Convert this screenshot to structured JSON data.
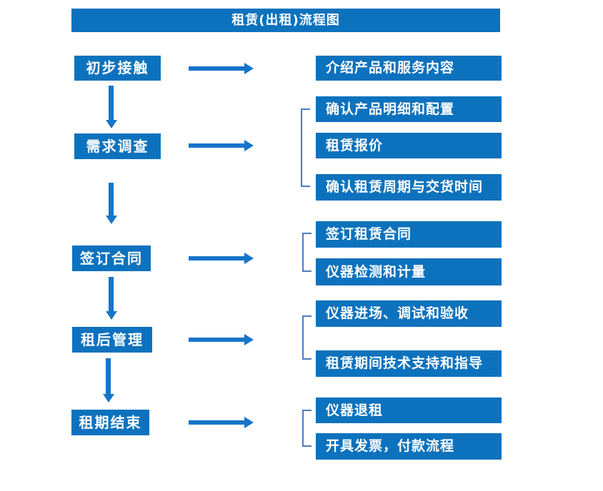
{
  "title": "租赁(出租)流程图",
  "colors": {
    "box_blue": "#0d72bd",
    "arrow_blue": "#1575c8",
    "bracket_blue": "#4a7ebe",
    "text_white": "#ffffff"
  },
  "steps": [
    {
      "label": "初步接触",
      "outputs": [
        "介绍产品和服务内容"
      ]
    },
    {
      "label": "需求调查",
      "outputs": [
        "确认产品明细和配置",
        "租赁报价",
        "确认租赁周期与交货时间"
      ]
    },
    {
      "label": "签订合同",
      "outputs": [
        "签订租赁合同",
        "仪器检测和计量"
      ]
    },
    {
      "label": "租后管理",
      "outputs": [
        "仪器进场、调试和验收",
        "租赁期间技术支持和指导"
      ]
    },
    {
      "label": "租期结束",
      "outputs": [
        "仪器退租",
        "开具发票，付款流程"
      ]
    }
  ]
}
